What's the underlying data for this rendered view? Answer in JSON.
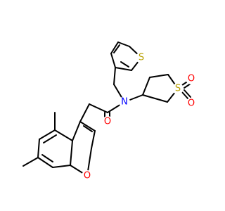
{
  "colors": {
    "bond": "#000000",
    "sulfur": "#b8a000",
    "oxygen": "#ff0000",
    "nitrogen": "#0000ff",
    "background": "#ffffff"
  },
  "atoms": {
    "thiophene_s": "S",
    "sulfone_s": "S",
    "sulfone_o_top": "O",
    "sulfone_o_right": "O",
    "amide_n": "N",
    "amide_o": "O",
    "furan_o": "O"
  }
}
